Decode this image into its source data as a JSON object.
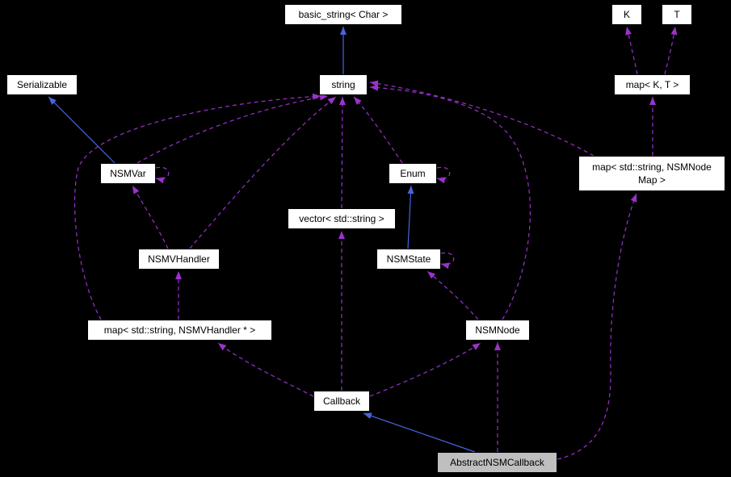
{
  "diagram": {
    "type": "doxygen-collaboration-graph",
    "colors": {
      "background": "#000000",
      "node_bg": "#ffffff",
      "node_border": "#000000",
      "node_text": "#000000",
      "highlight_bg": "#bfbfbf",
      "inheritance": "#4864e0",
      "usage": "#9a32cd"
    },
    "nodes": {
      "basic_string": {
        "label": "basic_string< Char >"
      },
      "k": {
        "label": "K"
      },
      "t": {
        "label": "T"
      },
      "serializable": {
        "label": "Serializable"
      },
      "string": {
        "label": "string"
      },
      "map_k_t": {
        "label": "map< K, T >"
      },
      "nsmvar": {
        "label": "NSMVar"
      },
      "enum": {
        "label": "Enum"
      },
      "map_nsmnodemap": {
        "line1": "map< std::string, NSMNode",
        "line2": "Map >"
      },
      "vector_string": {
        "label": "vector< std::string >"
      },
      "nsmvhandler": {
        "label": "NSMVHandler"
      },
      "nsmstate": {
        "label": "NSMState"
      },
      "map_nsmvhandler": {
        "label": "map< std::string, NSMVHandler * >"
      },
      "nsmnode": {
        "label": "NSMNode"
      },
      "callback": {
        "label": "Callback"
      },
      "abstract_nsm_callback": {
        "label": "AbstractNSMCallback"
      }
    },
    "edges": [
      {
        "from": "string",
        "to": "basic_string",
        "type": "inheritance"
      },
      {
        "from": "nsmvar",
        "to": "serializable",
        "type": "inheritance"
      },
      {
        "from": "nsmstate",
        "to": "enum",
        "type": "inheritance"
      },
      {
        "from": "abstract_nsm_callback",
        "to": "callback",
        "type": "inheritance"
      },
      {
        "from": "map_k_t",
        "to": "k",
        "type": "usage"
      },
      {
        "from": "map_k_t",
        "to": "t",
        "type": "usage"
      },
      {
        "from": "map_nsmnodemap",
        "to": "map_k_t",
        "type": "usage"
      },
      {
        "from": "map_nsmnodemap",
        "to": "string",
        "type": "usage"
      },
      {
        "from": "nsmvar",
        "to": "string",
        "type": "usage"
      },
      {
        "from": "nsmvar",
        "to": "nsmvar",
        "type": "usage"
      },
      {
        "from": "nsmvhandler",
        "to": "nsmvar",
        "type": "usage"
      },
      {
        "from": "nsmvhandler",
        "to": "string",
        "type": "usage"
      },
      {
        "from": "map_nsmvhandler",
        "to": "nsmvhandler",
        "type": "usage"
      },
      {
        "from": "map_nsmvhandler",
        "to": "string",
        "type": "usage"
      },
      {
        "from": "vector_string",
        "to": "string",
        "type": "usage"
      },
      {
        "from": "callback",
        "to": "vector_string",
        "type": "usage"
      },
      {
        "from": "enum",
        "to": "string",
        "type": "usage"
      },
      {
        "from": "enum",
        "to": "enum",
        "type": "usage"
      },
      {
        "from": "nsmstate",
        "to": "nsmstate",
        "type": "usage"
      },
      {
        "from": "nsmnode",
        "to": "nsmstate",
        "type": "usage"
      },
      {
        "from": "nsmnode",
        "to": "string",
        "type": "usage"
      },
      {
        "from": "callback",
        "to": "nsmnode",
        "type": "usage"
      },
      {
        "from": "callback",
        "to": "map_nsmvhandler",
        "type": "usage"
      },
      {
        "from": "abstract_nsm_callback",
        "to": "map_nsmnodemap",
        "type": "usage"
      },
      {
        "from": "abstract_nsm_callback",
        "to": "nsmnode",
        "type": "usage"
      }
    ]
  }
}
